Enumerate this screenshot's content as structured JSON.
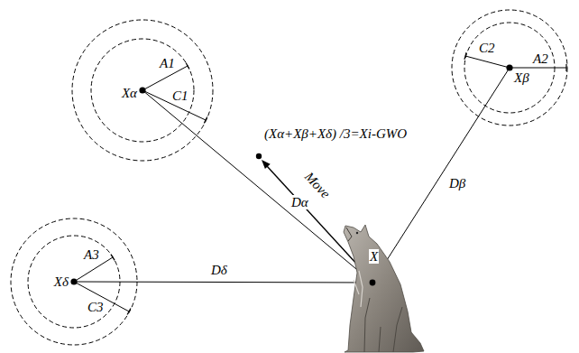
{
  "diagram": {
    "nodes": [
      {
        "text": [
          "Xα"
        ]
      },
      {
        "text": [
          "Xβ"
        ]
      },
      {
        "text": [
          "Xδ"
        ]
      },
      {
        "text": [
          "X"
        ]
      }
    ],
    "edges": [
      {
        "from": 3,
        "to": 0,
        "arrow": "none",
        "label": "Dα"
      },
      {
        "from": 3,
        "to": 1,
        "arrow": "none",
        "label": "Dβ"
      },
      {
        "from": 3,
        "to": 2,
        "arrow": "none",
        "label": "Dδ"
      }
    ],
    "labels": [
      "A1",
      "C1",
      "A2",
      "C2",
      "A3",
      "C3",
      "(Xα+Xβ+Xδ) /3=Xi-GWO",
      "Move"
    ]
  }
}
